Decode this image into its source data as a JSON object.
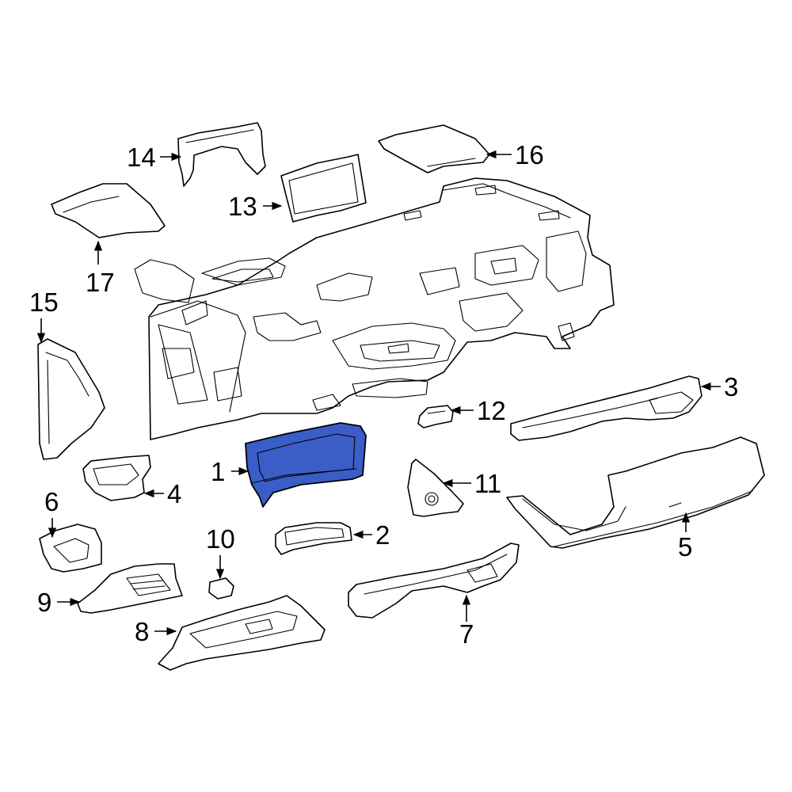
{
  "highlight_color": "#3A5DC8",
  "parts": [
    {
      "id": "p1",
      "label": "1",
      "highlighted": true
    },
    {
      "id": "p2",
      "label": "2"
    },
    {
      "id": "p3",
      "label": "3"
    },
    {
      "id": "p4",
      "label": "4"
    },
    {
      "id": "p5",
      "label": "5"
    },
    {
      "id": "p6",
      "label": "6"
    },
    {
      "id": "p7",
      "label": "7"
    },
    {
      "id": "p8",
      "label": "8"
    },
    {
      "id": "p9",
      "label": "9"
    },
    {
      "id": "p10",
      "label": "10"
    },
    {
      "id": "p11",
      "label": "11"
    },
    {
      "id": "p12",
      "label": "12"
    },
    {
      "id": "p13",
      "label": "13"
    },
    {
      "id": "p14",
      "label": "14"
    },
    {
      "id": "p15",
      "label": "15"
    },
    {
      "id": "p16",
      "label": "16"
    },
    {
      "id": "p17",
      "label": "17"
    }
  ]
}
